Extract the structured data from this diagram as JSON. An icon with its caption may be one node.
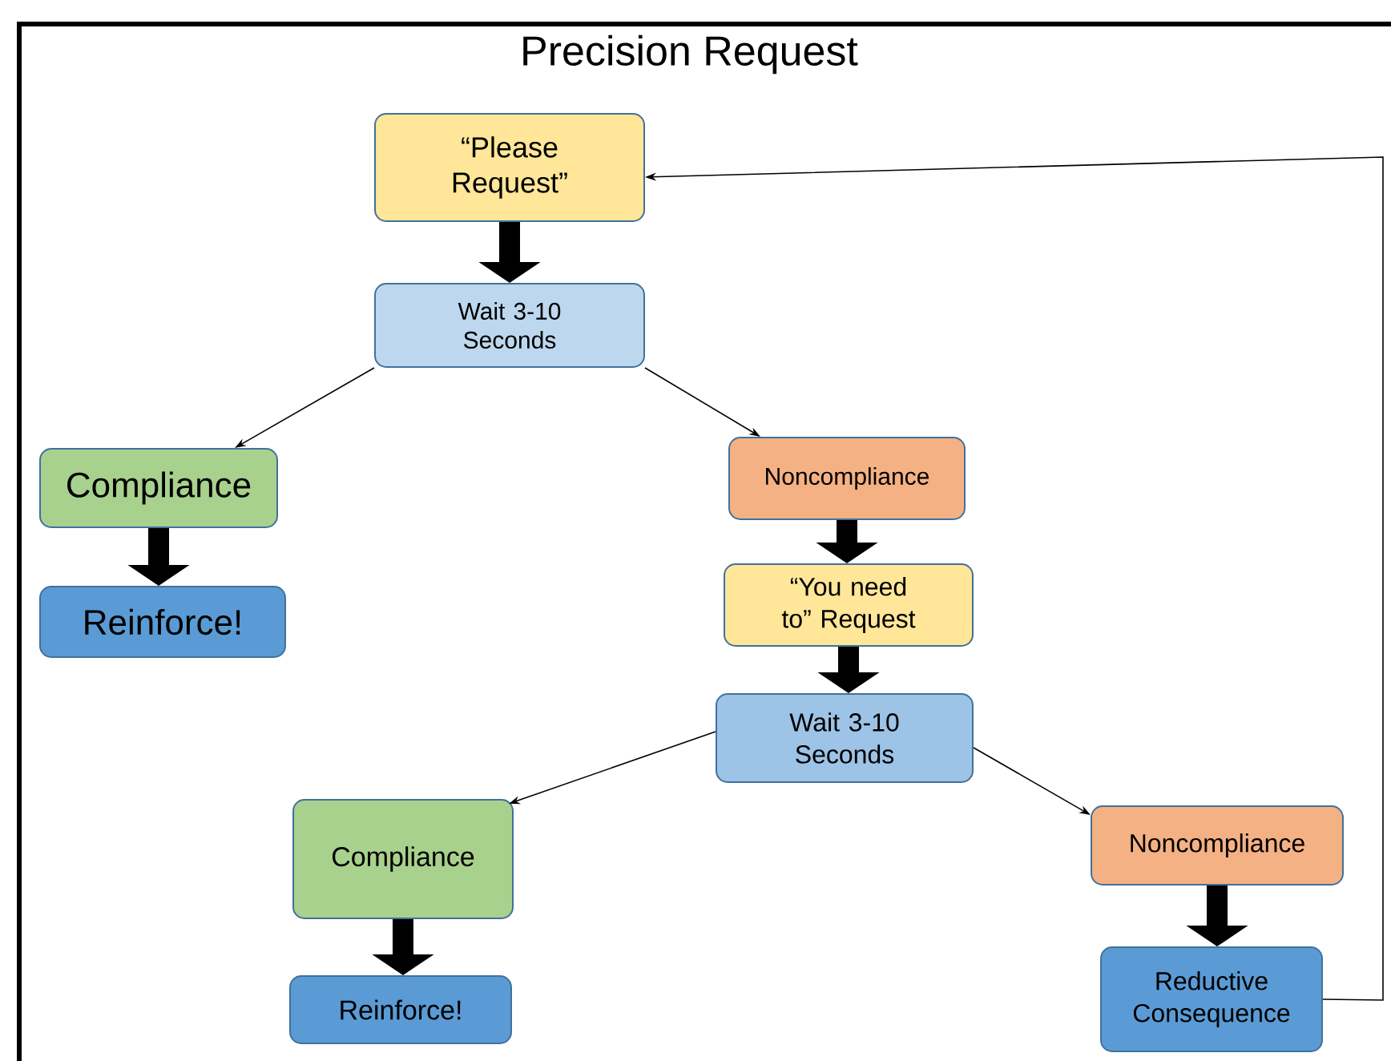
{
  "diagram": {
    "title": "Precision Request",
    "nodes": [
      {
        "text": [
          "“Please Request”"
        ]
      },
      {
        "text": [
          "Wait 3-10 Seconds"
        ]
      },
      {
        "text": [
          "Compliance"
        ]
      },
      {
        "text": [
          "Reinforce!"
        ]
      },
      {
        "text": [
          "Noncompliance"
        ]
      },
      {
        "text": [
          "“You need to” Request"
        ]
      },
      {
        "text": [
          "Wait 3-10 Seconds"
        ]
      },
      {
        "text": [
          "Compliance"
        ]
      },
      {
        "text": [
          "Reinforce!"
        ]
      },
      {
        "text": [
          "Noncompliance"
        ]
      },
      {
        "text": [
          "Reductive Consequence"
        ]
      }
    ],
    "edges": [
      {
        "from": 0,
        "to": 1,
        "arrow": "to"
      },
      {
        "from": 1,
        "to": 2,
        "arrow": "to"
      },
      {
        "from": 1,
        "to": 4,
        "arrow": "to"
      },
      {
        "from": 2,
        "to": 3,
        "arrow": "to"
      },
      {
        "from": 4,
        "to": 5,
        "arrow": "to"
      },
      {
        "from": 5,
        "to": 6,
        "arrow": "to"
      },
      {
        "from": 6,
        "to": 7,
        "arrow": "to"
      },
      {
        "from": 6,
        "to": 9,
        "arrow": "to"
      },
      {
        "from": 7,
        "to": 8,
        "arrow": "to"
      },
      {
        "from": 9,
        "to": 10,
        "arrow": "to"
      },
      {
        "from": 10,
        "to": 0,
        "arrow": "to"
      }
    ]
  }
}
